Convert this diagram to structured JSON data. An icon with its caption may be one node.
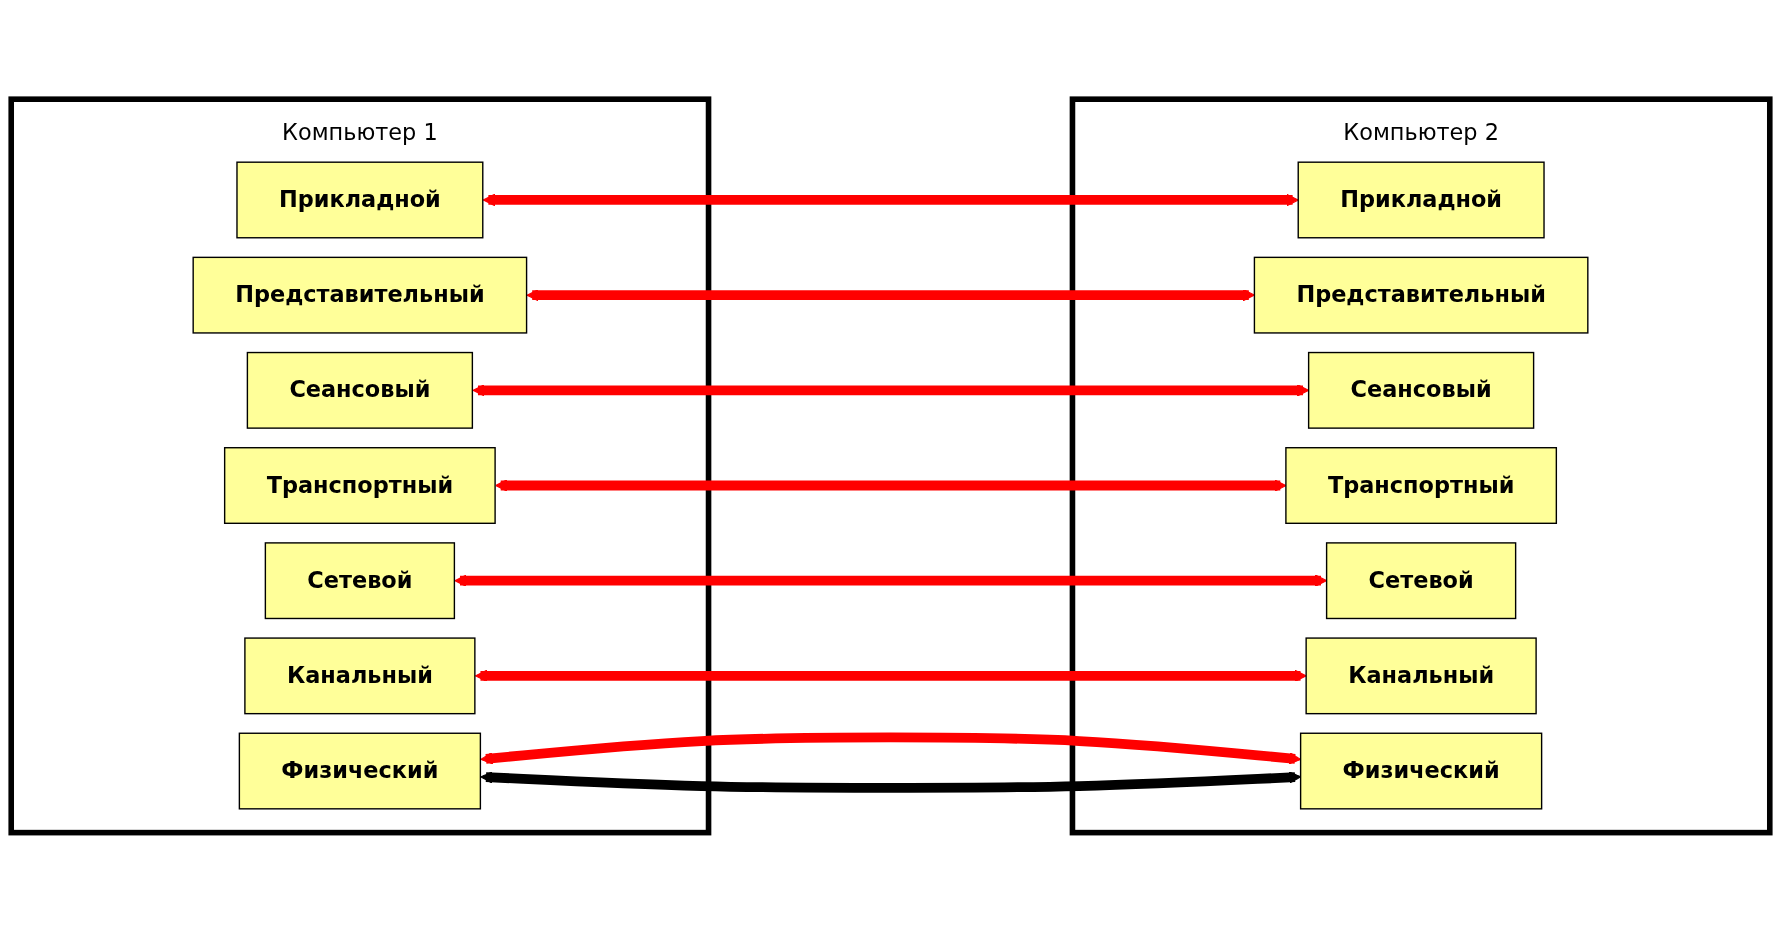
{
  "diagram": {
    "nodes": [
      {
        "text": [
          "Компьютер 1"
        ]
      },
      {
        "text": [
          "Прикладной"
        ],
        "in": 0
      },
      {
        "text": [
          "Представительный"
        ],
        "in": 0
      },
      {
        "text": [
          "Сеансовый"
        ],
        "in": 0
      },
      {
        "text": [
          "Транспортный"
        ],
        "in": 0
      },
      {
        "text": [
          "Сетевой"
        ],
        "in": 0
      },
      {
        "text": [
          "Канальный"
        ],
        "in": 0
      },
      {
        "text": [
          "Физический"
        ],
        "in": 0
      },
      {
        "text": [
          "Компьютер 2"
        ]
      },
      {
        "text": [
          "Прикладной"
        ],
        "in": 8
      },
      {
        "text": [
          "Представительный"
        ],
        "in": 8
      },
      {
        "text": [
          "Сеансовый"
        ],
        "in": 8
      },
      {
        "text": [
          "Транспортный"
        ],
        "in": 8
      },
      {
        "text": [
          "Сетевой"
        ],
        "in": 8
      },
      {
        "text": [
          "Канальный"
        ],
        "in": 8
      },
      {
        "text": [
          "Физический"
        ],
        "in": 8
      }
    ],
    "edges": [
      {
        "from": 1,
        "to": 9,
        "arrow": "both"
      },
      {
        "from": 2,
        "to": 10,
        "arrow": "both"
      },
      {
        "from": 3,
        "to": 11,
        "arrow": "both"
      },
      {
        "from": 4,
        "to": 12,
        "arrow": "both"
      },
      {
        "from": 5,
        "to": 13,
        "arrow": "both"
      },
      {
        "from": 6,
        "to": 14,
        "arrow": "both"
      },
      {
        "from": 7,
        "to": 15,
        "arrow": "both"
      },
      {
        "from": 7,
        "to": 15,
        "arrow": "both",
        "color": "#000000"
      }
    ]
  }
}
